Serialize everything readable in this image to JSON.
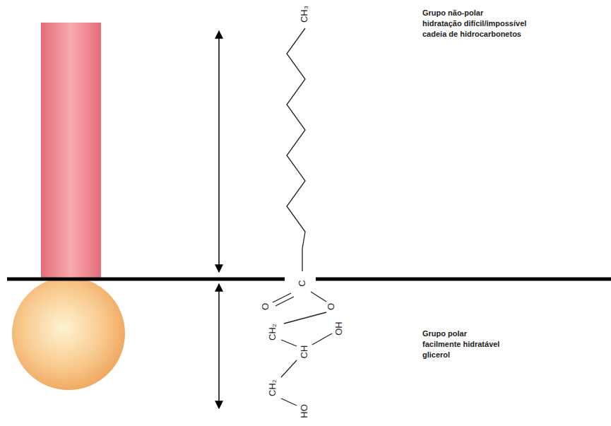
{
  "diagram": {
    "labels": [
      "Grupo não-polar",
      "hidratação difícil/impossível",
      "cadeia de hidrocarbonetos",
      "Grupo polar",
      "facilmente hidratável",
      "glicerol",
      "CH₃",
      "C",
      "O",
      "O",
      "CH₂",
      "CH",
      "OH",
      "CH₂",
      "HO"
    ]
  }
}
